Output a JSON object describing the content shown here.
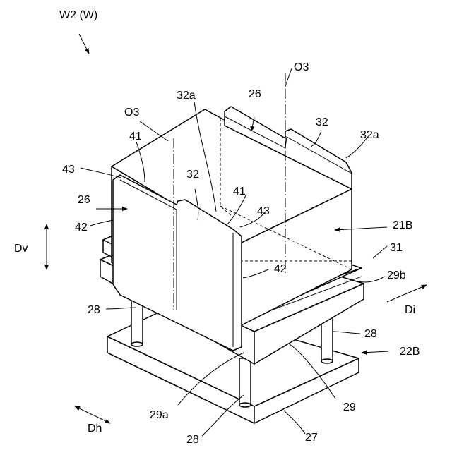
{
  "figure": {
    "title": "W2 (W)",
    "labels": {
      "o3_left": "O3",
      "o3_right": "O3",
      "n32a_left": "32a",
      "n32a_right": "32a",
      "n26_top": "26",
      "n26_left": "26",
      "n32_right": "32",
      "n32_center": "32",
      "n41_left": "41",
      "n41_center": "41",
      "n43_left": "43",
      "n43_center": "43",
      "n42_left": "42",
      "n42_center": "42",
      "n21b": "21B",
      "n31": "31",
      "n29b": "29b",
      "n28_left": "28",
      "n28_right": "28",
      "n28_bottom": "28",
      "n22b": "22B",
      "n29": "29",
      "n29a": "29a",
      "n27": "27",
      "dv": "Dv",
      "di": "Di",
      "dh": "Dh"
    }
  }
}
